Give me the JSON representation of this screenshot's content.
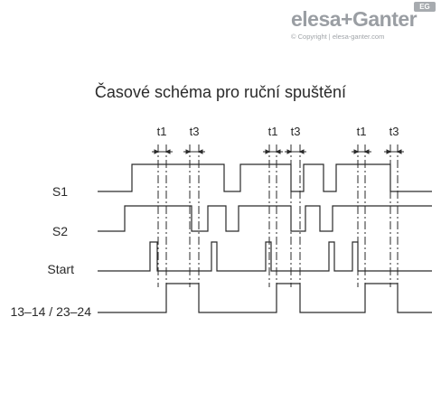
{
  "brand": {
    "logo": "elesa+Ganter",
    "badge": "EG",
    "copyright": "© Copyright | elesa-ganter.com"
  },
  "title": "Časové schéma pro ruční spuštění",
  "signals": [
    {
      "label": "S1"
    },
    {
      "label": "S2"
    },
    {
      "label": "Start"
    },
    {
      "label": "13–14 / 23–24"
    }
  ],
  "timing_marks": [
    "t1",
    "t3",
    "t1",
    "t3",
    "t1",
    "t3"
  ],
  "colors": {
    "line": "#2a2a2a",
    "brand": "#9a9ea3"
  }
}
